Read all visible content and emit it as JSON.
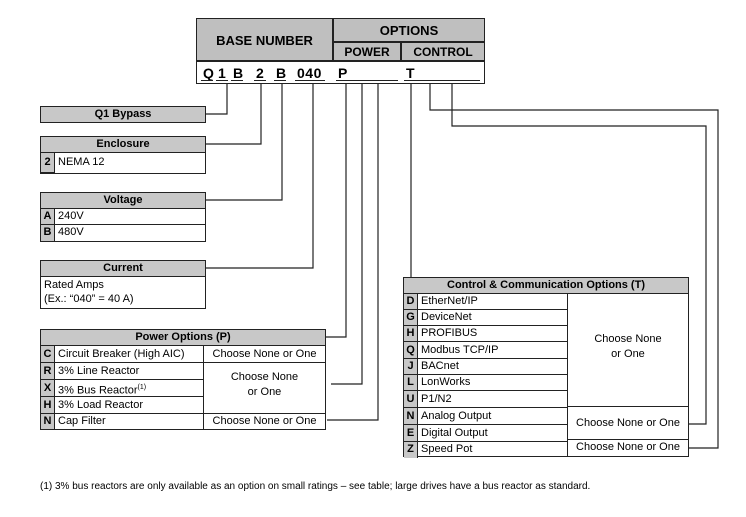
{
  "header": {
    "base_number": "BASE NUMBER",
    "options": "OPTIONS",
    "power": "POWER",
    "control": "CONTROL",
    "code_parts": [
      "Q",
      "1",
      "B",
      "2",
      "B",
      "040",
      "P",
      "T"
    ]
  },
  "q1_bypass": {
    "title": "Q1 Bypass"
  },
  "enclosure": {
    "title": "Enclosure",
    "items": [
      {
        "code": "2",
        "label": "NEMA 12"
      }
    ]
  },
  "voltage": {
    "title": "Voltage",
    "items": [
      {
        "code": "A",
        "label": "240V"
      },
      {
        "code": "B",
        "label": "480V"
      }
    ]
  },
  "current": {
    "title": "Current",
    "line1": "Rated Amps",
    "line2": "(Ex.: “040” = 40 A)"
  },
  "power_options": {
    "title": "Power Options (P)",
    "items": [
      {
        "code": "C",
        "label": "Circuit Breaker (High AIC)"
      },
      {
        "code": "R",
        "label": "3% Line Reactor"
      },
      {
        "code": "X",
        "label": "3% Bus Reactor",
        "sup": "(1)"
      },
      {
        "code": "H",
        "label": "3% Load Reactor"
      },
      {
        "code": "N",
        "label": "Cap Filter"
      }
    ],
    "choose_c": "Choose None or One",
    "choose_rxh_1": "Choose None",
    "choose_rxh_2": "or One",
    "choose_n": "Choose None or One"
  },
  "control_options": {
    "title": "Control & Communication Options (T)",
    "items": [
      {
        "code": "D",
        "label": "EtherNet/IP"
      },
      {
        "code": "G",
        "label": "DeviceNet"
      },
      {
        "code": "H",
        "label": "PROFIBUS"
      },
      {
        "code": "Q",
        "label": "Modbus TCP/IP"
      },
      {
        "code": "J",
        "label": "BACnet"
      },
      {
        "code": "L",
        "label": "LonWorks"
      },
      {
        "code": "U",
        "label": "P1/N2"
      },
      {
        "code": "N",
        "label": "Analog Output"
      },
      {
        "code": "E",
        "label": "Digital Output"
      },
      {
        "code": "Z",
        "label": "Speed Pot"
      }
    ],
    "choose_comm_1": "Choose None",
    "choose_comm_2": "or One",
    "choose_ne": "Choose None or One",
    "choose_z": "Choose None or One"
  },
  "footnote": "(1)  3% bus reactors are only available as an option on small ratings – see table; large drives have a bus reactor as standard."
}
